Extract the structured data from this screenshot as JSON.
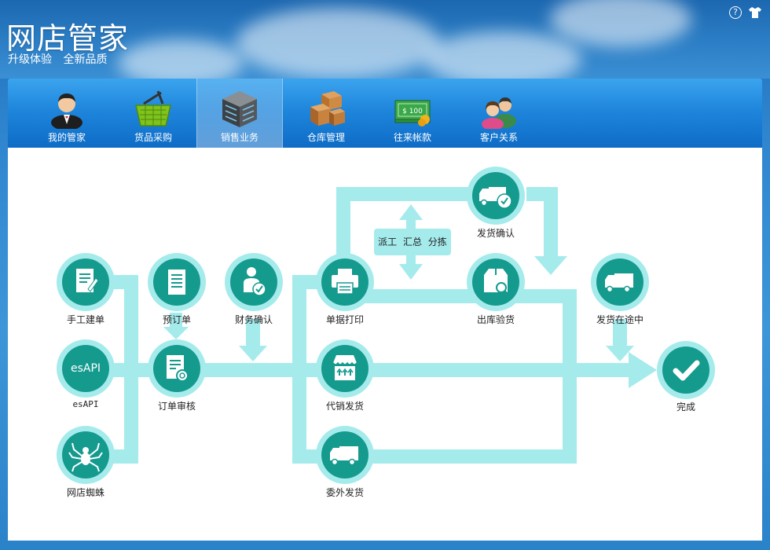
{
  "app": {
    "title": "网店管家",
    "subtitle": "升级体验  全新品质"
  },
  "top_icons": [
    "help-icon",
    "shirt-icon"
  ],
  "nav": {
    "items": [
      {
        "label": "我的管家",
        "icon": "butler-icon"
      },
      {
        "label": "货品采购",
        "icon": "basket-icon"
      },
      {
        "label": "销售业务",
        "icon": "cabinet-icon",
        "active": true
      },
      {
        "label": "仓库管理",
        "icon": "boxes-icon"
      },
      {
        "label": "往来帐款",
        "icon": "money-icon"
      },
      {
        "label": "客户关系",
        "icon": "customers-icon"
      }
    ]
  },
  "flow": {
    "nodes": {
      "manual": "手工建单",
      "esapi": "esAPI",
      "esapi_icon_text": "esAPI",
      "spider": "网店蜘蛛",
      "preorder": "预订单",
      "review": "订单审核",
      "finance": "财务确认",
      "print": "单据打印",
      "consign": "代销发货",
      "outsource": "委外发货",
      "ship_confirm": "发货确认",
      "outbound": "出库验货",
      "in_transit": "发货在途中",
      "done": "完成"
    },
    "task_box": "派工 汇总 分拣"
  },
  "colors": {
    "node_ring": "#a5ebec",
    "node_fill": "#159a8e",
    "flow_line": "#a5ebec"
  }
}
